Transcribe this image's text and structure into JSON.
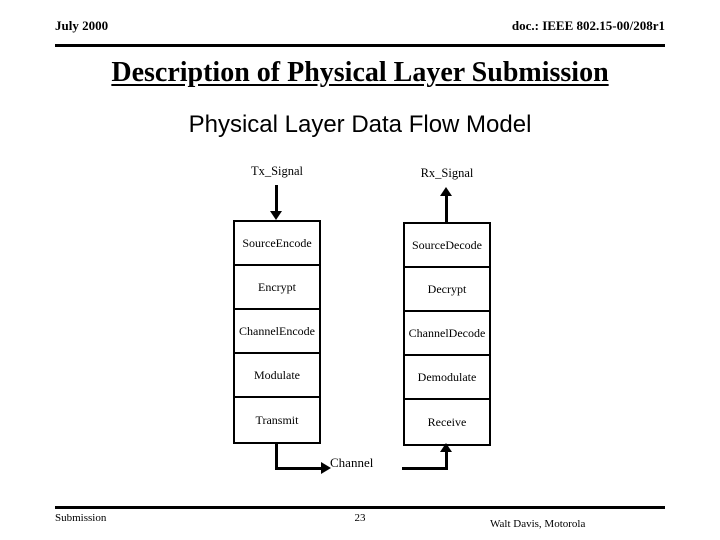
{
  "header": {
    "date": "July 2000",
    "doc": "doc.: IEEE 802.15-00/208r1"
  },
  "title": "Description of Physical Layer Submission",
  "subtitle": "Physical Layer Data Flow Model",
  "diagram": {
    "tx_signal_label": "Tx_Signal",
    "rx_signal_label": "Rx_Signal",
    "channel_label": "Channel",
    "tx_chain": [
      {
        "line1": "Source",
        "line2": "Encode"
      },
      {
        "line1": "Encrypt",
        "line2": ""
      },
      {
        "line1": "Channel",
        "line2": "Encode"
      },
      {
        "line1": "Modulate",
        "line2": ""
      },
      {
        "line1": "Transmit",
        "line2": ""
      }
    ],
    "rx_chain": [
      {
        "line1": "Source",
        "line2": "Decode"
      },
      {
        "line1": "Decrypt",
        "line2": ""
      },
      {
        "line1": "Channel",
        "line2": "Decode"
      },
      {
        "line1": "Demodulate",
        "line2": ""
      },
      {
        "line1": "Receive",
        "line2": ""
      }
    ]
  },
  "footer": {
    "left": "Submission",
    "page": "23",
    "right": "Walt Davis, Motorola"
  },
  "colors": {
    "ink": "#000000",
    "background": "#ffffff"
  }
}
